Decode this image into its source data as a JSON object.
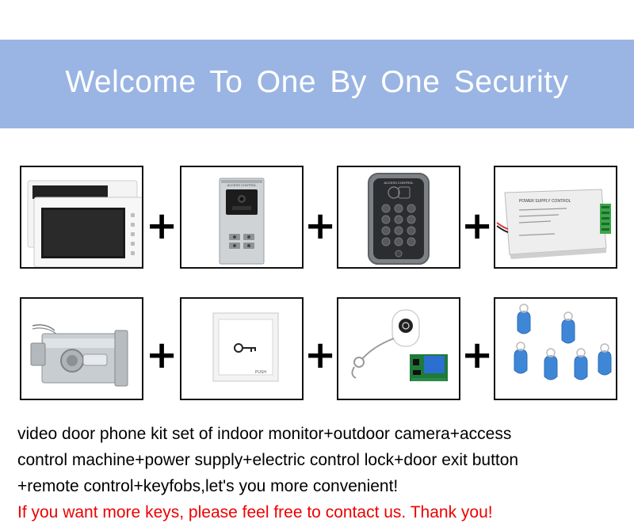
{
  "banner": {
    "title": "Welcome  To  One  By One Security",
    "background_color": "#9ab5e3",
    "text_color": "#ffffff"
  },
  "products": [
    {
      "item": "indoor-monitor",
      "icon": "indoor-monitor-image"
    },
    {
      "item": "outdoor-camera-panel",
      "icon": "outdoor-camera-panel-image",
      "panel_label": "ACCESS CONTROL"
    },
    {
      "item": "access-control-keypad",
      "icon": "access-control-keypad-image",
      "panel_label": "ACCESS CONTROL"
    },
    {
      "item": "power-supply",
      "icon": "power-supply-image",
      "panel_label": "POWER SUPPLY CONTROL"
    },
    {
      "item": "electric-control-lock",
      "icon": "electric-lock-image"
    },
    {
      "item": "door-exit-button",
      "icon": "exit-button-image",
      "panel_label": "PUSH"
    },
    {
      "item": "remote-control",
      "icon": "remote-control-image"
    },
    {
      "item": "keyfobs",
      "icon": "keyfobs-image"
    }
  ],
  "plus_sign": "+",
  "description": {
    "lines": [
      "video door phone kit set of indoor monitor+outdoor camera+access",
      "control machine+power supply+electric control lock+door exit button",
      "+remote control+keyfobs,let's you more convenient!"
    ],
    "note": "If you want more keys, please feel free to contact us. Thank you!",
    "note_color": "#ee0000"
  }
}
